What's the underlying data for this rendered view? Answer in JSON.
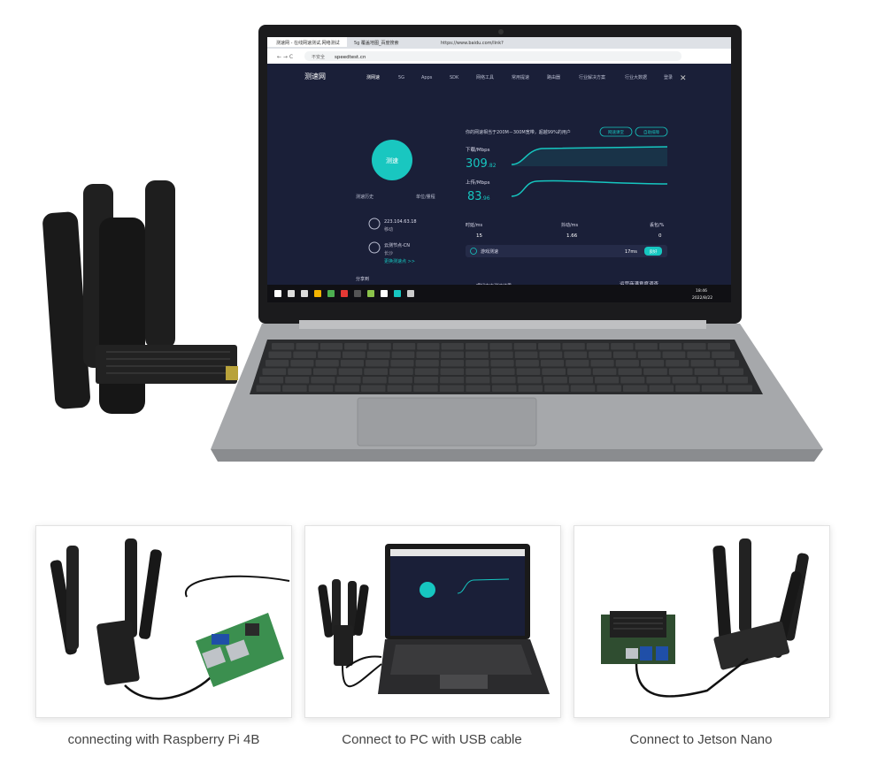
{
  "browser": {
    "tabs": [
      "测速网 - 在线网速测试,网络测试",
      "5g 覆盖地图_百度搜索",
      "https://www.baidu.com/link?"
    ],
    "security_label": "不安全",
    "url": "speedtest.cn"
  },
  "site": {
    "brand": "测速网",
    "nav": [
      "测网速",
      "5G",
      "Apps",
      "SDK",
      "网络工具",
      "常用提速",
      "路由器",
      "行业解决方案",
      "行业大数据",
      "登录"
    ],
    "start_button": "测速",
    "history_label": "测速历史",
    "unit_label": "单位/量程",
    "ip": "223.104.63.18",
    "carrier": "移动",
    "node": "云测节点-CN",
    "city": "长沙",
    "change_node": "更换测速点 >>",
    "share_label": "分享到",
    "summary_text": "你的网速相当于200M－300M宽带，超越99%的用户",
    "summary_btn1": "网速课堂",
    "summary_btn2": "自助排障",
    "download_label": "下载/Mbps",
    "download_value": "309",
    "download_decimal": ".82",
    "upload_label": "上传/Mbps",
    "upload_value": "83",
    "upload_decimal": ".96",
    "latency_label": "时延/ms",
    "latency_value": "15",
    "jitter_label": "抖动/ms",
    "jitter_value": "1.66",
    "loss_label": "丢包/%",
    "loss_value": "0",
    "game_label": "游戏测速",
    "game_value": "17ms",
    "game_badge": "良好",
    "bottom_left": "理解本次测速结果",
    "bottom_right": "运营商满意度调查"
  },
  "taskbar": {
    "time": "18:46",
    "date": "2022/8/22"
  },
  "captions": [
    "connecting with Raspberry Pi 4B",
    "Connect to PC with USB cable",
    "Connect to Jetson Nano"
  ],
  "colors": {
    "accent_cyan": "#16c6c0",
    "screen_bg": "#1a1f38",
    "laptop_body": "#a9abad",
    "antenna": "#1c1c1c"
  }
}
